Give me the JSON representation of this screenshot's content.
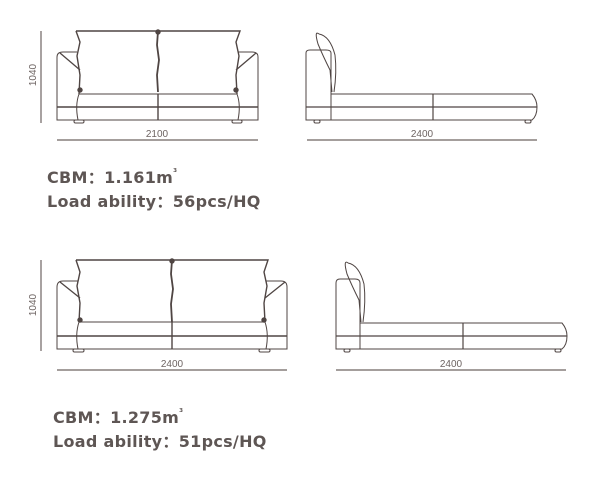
{
  "colors": {
    "line": "#4f4543",
    "light_line": "#8a8280",
    "text": "#5e5654"
  },
  "product_1": {
    "front_view": {
      "height_label": "1040",
      "width_label": "2100"
    },
    "side_view": {
      "depth_label": "2400"
    },
    "specs": {
      "cbm_label": "CBM：",
      "cbm_value": "1.161m",
      "cbm_unit_sup": "³",
      "load_label": "Load ability：",
      "load_value": "56pcs/HQ"
    }
  },
  "product_2": {
    "front_view": {
      "height_label": "1040",
      "width_label": "2400"
    },
    "side_view": {
      "depth_label": "2400"
    },
    "specs": {
      "cbm_label": "CBM：",
      "cbm_value": "1.275m",
      "cbm_unit_sup": "³",
      "load_label": "Load ability：",
      "load_value": "51pcs/HQ"
    }
  }
}
